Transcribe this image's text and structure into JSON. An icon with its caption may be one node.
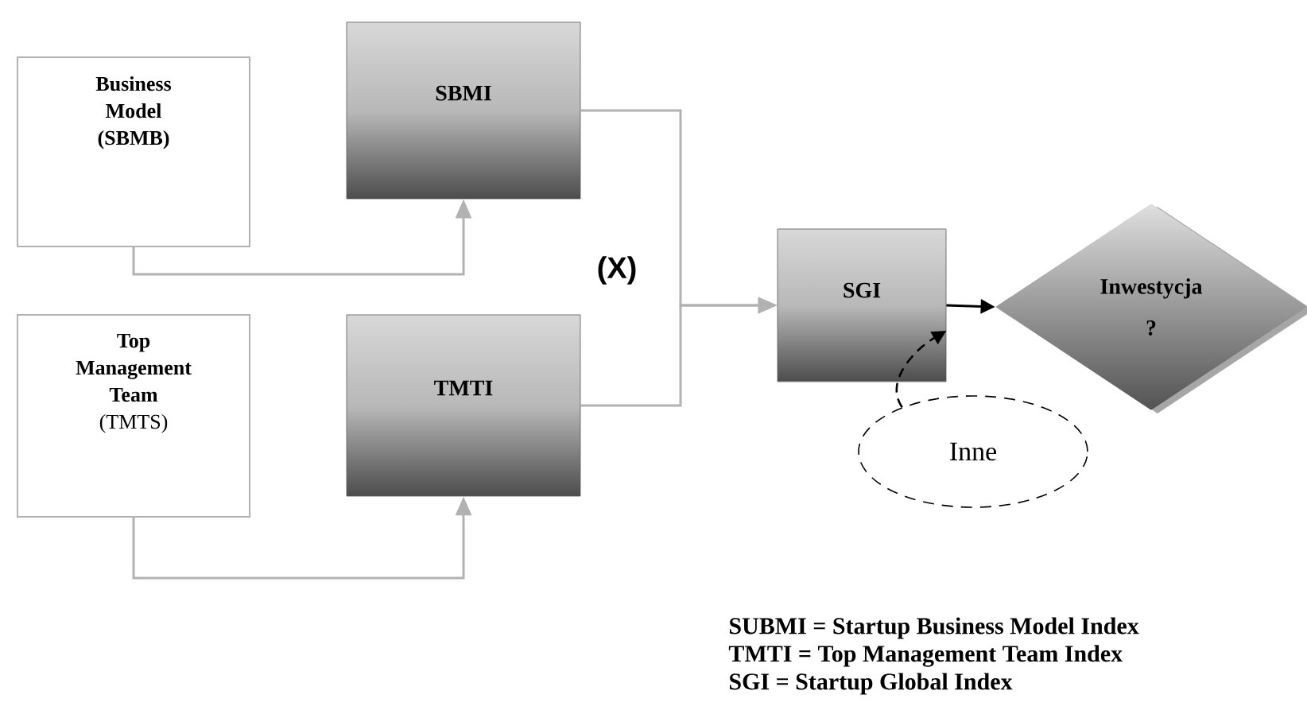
{
  "diagram": {
    "nodes": [
      {
        "text": [
          "Business Model (SBMB)"
        ]
      },
      {
        "text": [
          "Top Management Team",
          "(TMTS)"
        ]
      },
      {
        "text": [
          "SBMI"
        ]
      },
      {
        "text": [
          "TMTI"
        ]
      },
      {
        "text": [
          "SGI"
        ]
      },
      {
        "text": [
          "Inwestycja",
          "?"
        ]
      },
      {
        "text": [
          "Inne"
        ]
      }
    ],
    "edges": [
      {
        "from": 0,
        "to": 2,
        "arrow": "to"
      },
      {
        "from": 1,
        "to": 3,
        "arrow": "to"
      },
      {
        "from": 2,
        "to": 4,
        "arrow": "to"
      },
      {
        "from": 3,
        "to": 4,
        "arrow": "to"
      },
      {
        "from": 4,
        "to": 5,
        "arrow": "to",
        "color": "#000000"
      },
      {
        "from": 6,
        "to": 4,
        "arrow": "to",
        "color": "#000000",
        "style": "dashed"
      }
    ],
    "labels": [
      "(X)",
      "SUBMI = Startup Business Model Index",
      "TMTI = Top Management Team Index",
      "SGI = Startup Global Index"
    ]
  }
}
